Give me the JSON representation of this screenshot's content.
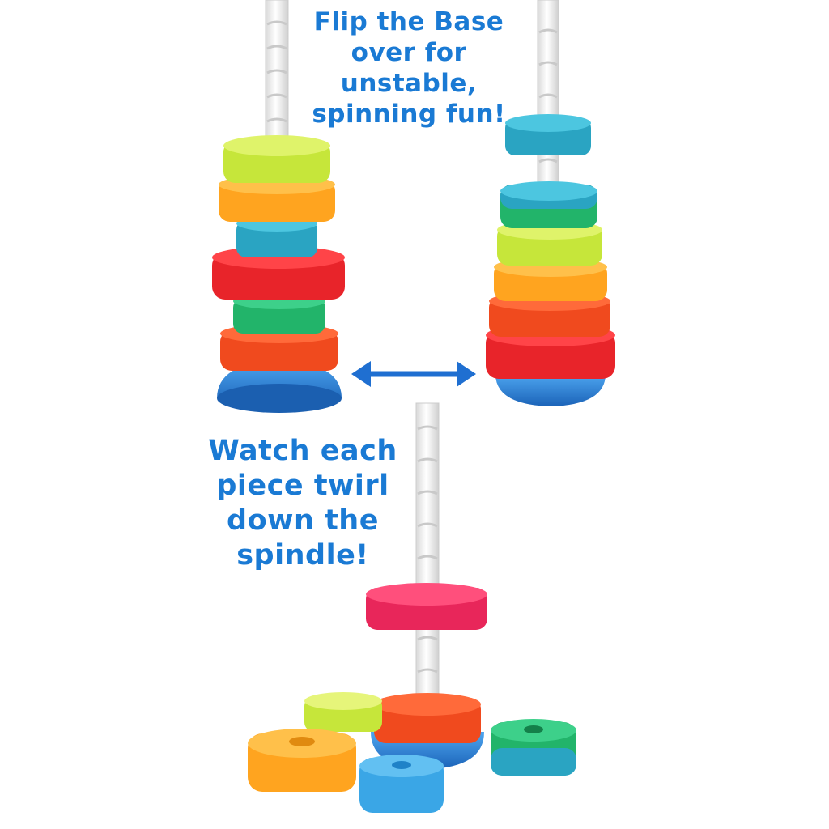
{
  "captions": {
    "flip": [
      "Flip the Base",
      "over for",
      "unstable,",
      "spinning fun!"
    ],
    "watch": [
      "Watch each",
      "piece twirl",
      "down the",
      "spindle!"
    ]
  },
  "colors": {
    "caption_text": "#1a7ad4",
    "arrow": "#1f6fd1",
    "spindle": "#f4f4f4",
    "base_blue": "#2f86dd",
    "lime": "#c6e63a",
    "yellow": "#f2dc2a",
    "orange": "#ffa41f",
    "red": "#e8242a",
    "teal": "#2aa4c2",
    "green": "#22b46a",
    "red_orange": "#f04a1e",
    "pink": "#e8265a",
    "blue_light": "#3aa6e6"
  },
  "icons": [
    "double-arrow-icon"
  ]
}
